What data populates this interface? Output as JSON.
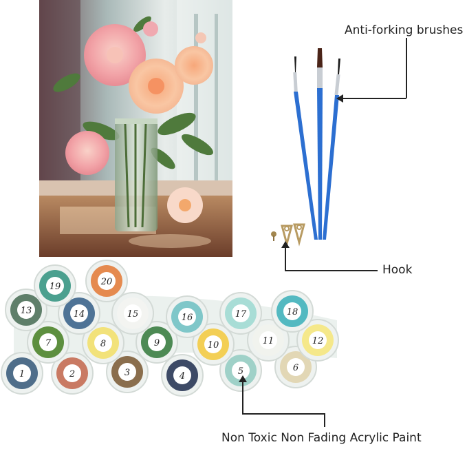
{
  "labels": {
    "brushes": "Anti-forking brushes",
    "hook": "Hook",
    "paint": "Non Toxic Non Fading Acrylic Paint"
  },
  "paint_cups": [
    {
      "num": "1",
      "color": "#4f6e8a"
    },
    {
      "num": "2",
      "color": "#c97a63"
    },
    {
      "num": "3",
      "color": "#8a6e4d"
    },
    {
      "num": "4",
      "color": "#3d4a66"
    },
    {
      "num": "5",
      "color": "#9fd1c8"
    },
    {
      "num": "6",
      "color": "#e2d7b5"
    },
    {
      "num": "7",
      "color": "#5d8f3f"
    },
    {
      "num": "8",
      "color": "#f2e27a"
    },
    {
      "num": "9",
      "color": "#4d8a54"
    },
    {
      "num": "10",
      "color": "#f3cf55"
    },
    {
      "num": "11",
      "color": "#f1f3ee"
    },
    {
      "num": "12",
      "color": "#f5e88a"
    },
    {
      "num": "13",
      "color": "#5f7f6a"
    },
    {
      "num": "14",
      "color": "#4e7396"
    },
    {
      "num": "15",
      "color": "#f3f4f1"
    },
    {
      "num": "16",
      "color": "#7fc7c9"
    },
    {
      "num": "17",
      "color": "#a8ddd6"
    },
    {
      "num": "18",
      "color": "#53b9c1"
    },
    {
      "num": "19",
      "color": "#4ba08f"
    },
    {
      "num": "20",
      "color": "#e58a4f"
    }
  ],
  "colors": {
    "brush_handle": "#2c6fd1",
    "brush_ferrule": "#c8cdd3",
    "hook_metal": "#b89b62"
  }
}
